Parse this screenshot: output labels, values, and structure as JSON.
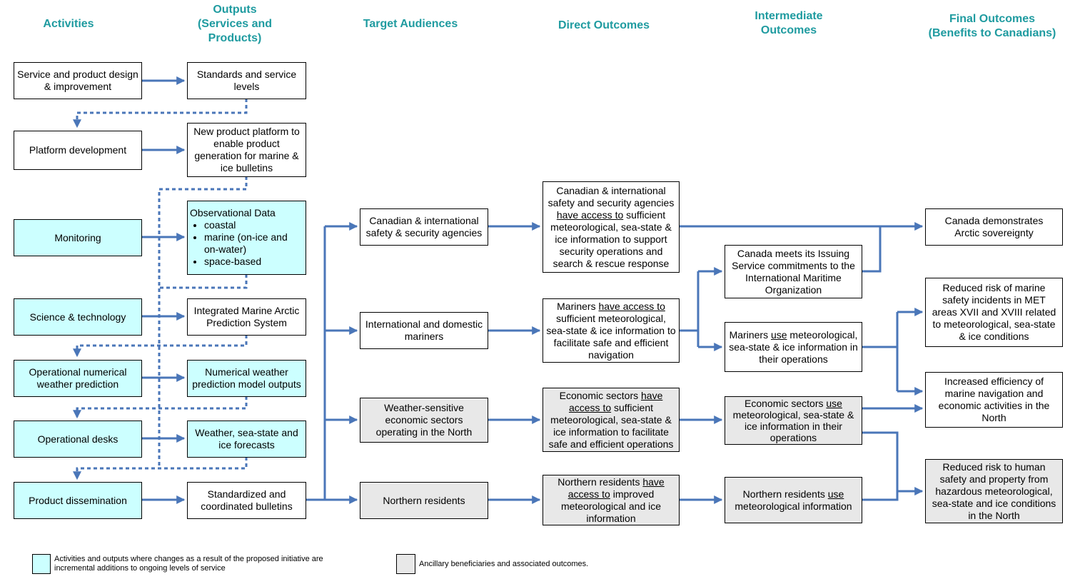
{
  "headers": {
    "activities": "Activities",
    "outputs": "Outputs\n(Services and\nProducts)",
    "audiences": "Target Audiences",
    "direct": "Direct Outcomes",
    "intermediate": "Intermediate\nOutcomes",
    "final": "Final Outcomes\n(Benefits to Canadians)"
  },
  "activities": [
    "Service and product design\n& improvement",
    "Platform development",
    "Monitoring",
    "Science & technology",
    "Operational numerical\nweather prediction",
    "Operational desks",
    "Product dissemination"
  ],
  "outputs": {
    "standards": "Standards and service\nlevels",
    "platform": "New product platform to\nenable product\ngeneration for marine &\nice bulletins",
    "obs_title": "Observational Data",
    "obs_items": [
      "coastal",
      "marine (on-ice and on-water)",
      "space-based"
    ],
    "imaps": "Integrated Marine Arctic\nPrediction System",
    "nwp": "Numerical weather\nprediction model outputs",
    "forecasts": "Weather, sea-state and\nice forecasts",
    "bulletins": "Standardized and\ncoordinated bulletins"
  },
  "audiences": [
    "Canadian & international\nsafety & security agencies",
    "International and domestic\nmariners",
    "Weather-sensitive\neconomic sectors\noperating in the North",
    "Northern residents"
  ],
  "direct": {
    "d1": {
      "a": "Canadian & international\nsafety and security agencies\n",
      "u": "have access to",
      "b": " sufficient\nmeteorological, sea-state &\nice information to support\nsecurity operations and\nsearch & rescue response"
    },
    "d2": {
      "a": "Mariners ",
      "u": "have access to",
      "b": "\nsufficient meteorological,\nsea-state & ice information to\nfacilitate safe and efficient\nnavigation"
    },
    "d3": {
      "a": "Economic sectors ",
      "u": "have\naccess to",
      "b": " sufficient\nmeteorological, sea-state &\nice information to facilitate\nsafe and efficient operations"
    },
    "d4": {
      "a": "Northern residents ",
      "u": "have\naccess to",
      "b": " improved\nmeteorological  and ice\ninformation"
    }
  },
  "intermediate": {
    "i1": "Canada meets its Issuing\nService commitments to the\nInternational Maritime\nOrganization",
    "i2": {
      "a": "Mariners ",
      "u": "use",
      "b": " meteorological,\nsea-state & ice information in\ntheir operations"
    },
    "i3": {
      "a": "Economic sectors ",
      "u": "use",
      "b": "\nmeteorological, sea-state &\nice information in their\noperations"
    },
    "i4": {
      "a": "Northern residents ",
      "u": "use",
      "b": "\nmeteorological information"
    }
  },
  "final": [
    "Canada demonstrates\nArctic sovereignty",
    "Reduced risk of marine\nsafety incidents in MET\nareas XVII and XVIII related\nto meteorological, sea-state\n& ice conditions",
    "Increased efficiency of\nmarine navigation and\neconomic activities in the\nNorth",
    "Reduced risk to human\nsafety and property from\nhazardous meteorological,\nsea-state and ice conditions\nin the North"
  ],
  "legend": {
    "cyan": "Activities and outputs where changes as a result of the proposed initiative are\nincremental additions to ongoing levels of service",
    "grey": "Ancillary beneficiaries and associated outcomes."
  },
  "colors": {
    "header": "#1f9ba0",
    "arrow": "#4a76b8",
    "incremental_fill": "#ccffff",
    "ancillary_fill": "#e8e8e8"
  }
}
